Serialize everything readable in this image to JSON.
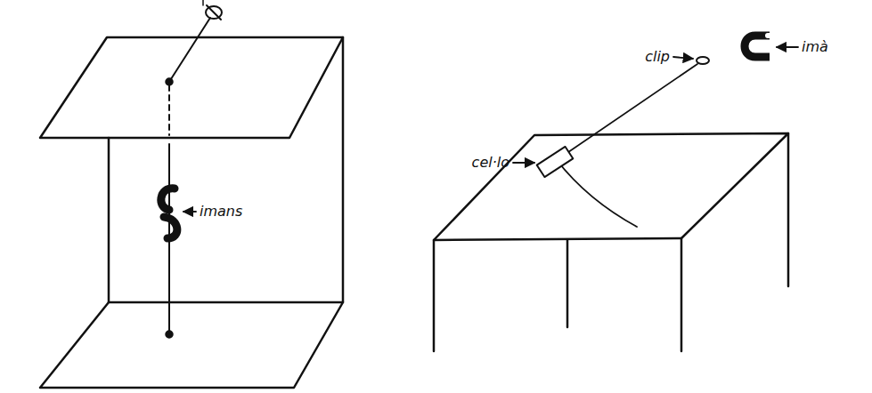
{
  "diagram": {
    "labels": [
      "imans",
      "clip",
      "imà",
      "cel·lo"
    ]
  }
}
